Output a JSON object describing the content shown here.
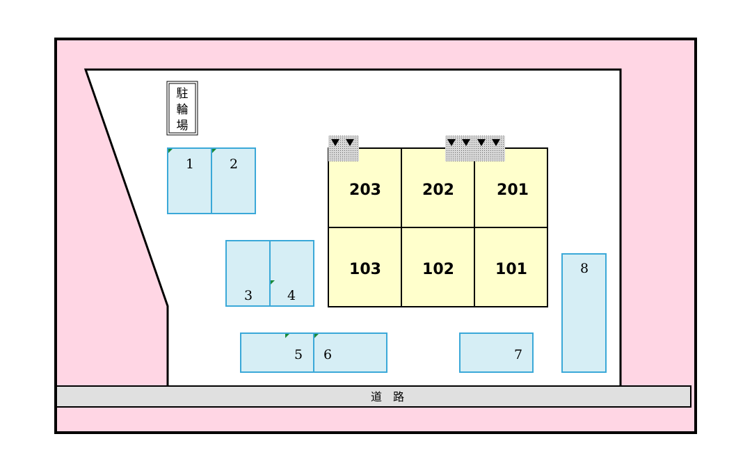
{
  "bicycle_parking": {
    "label": [
      "駐",
      "輪",
      "場"
    ]
  },
  "road": {
    "label": "道　路"
  },
  "building": {
    "units_upper": [
      "203",
      "202",
      "201"
    ],
    "units_lower": [
      "103",
      "102",
      "101"
    ]
  },
  "parking": {
    "spaces": [
      "1",
      "2",
      "3",
      "4",
      "5",
      "6",
      "7",
      "8"
    ]
  },
  "colors": {
    "site_pink": "#ffd6e4",
    "lot_white": "#ffffff",
    "building_yellow": "#ffffcc",
    "parking_blue": "#d6eef5",
    "parking_border": "#3aa8d8",
    "road_gray": "#e0e0e0",
    "corner_mark": "#1a8a3a"
  },
  "icons": {
    "entrance_marker": "down-triangle-icon",
    "corner_marker": "green-corner-icon"
  }
}
